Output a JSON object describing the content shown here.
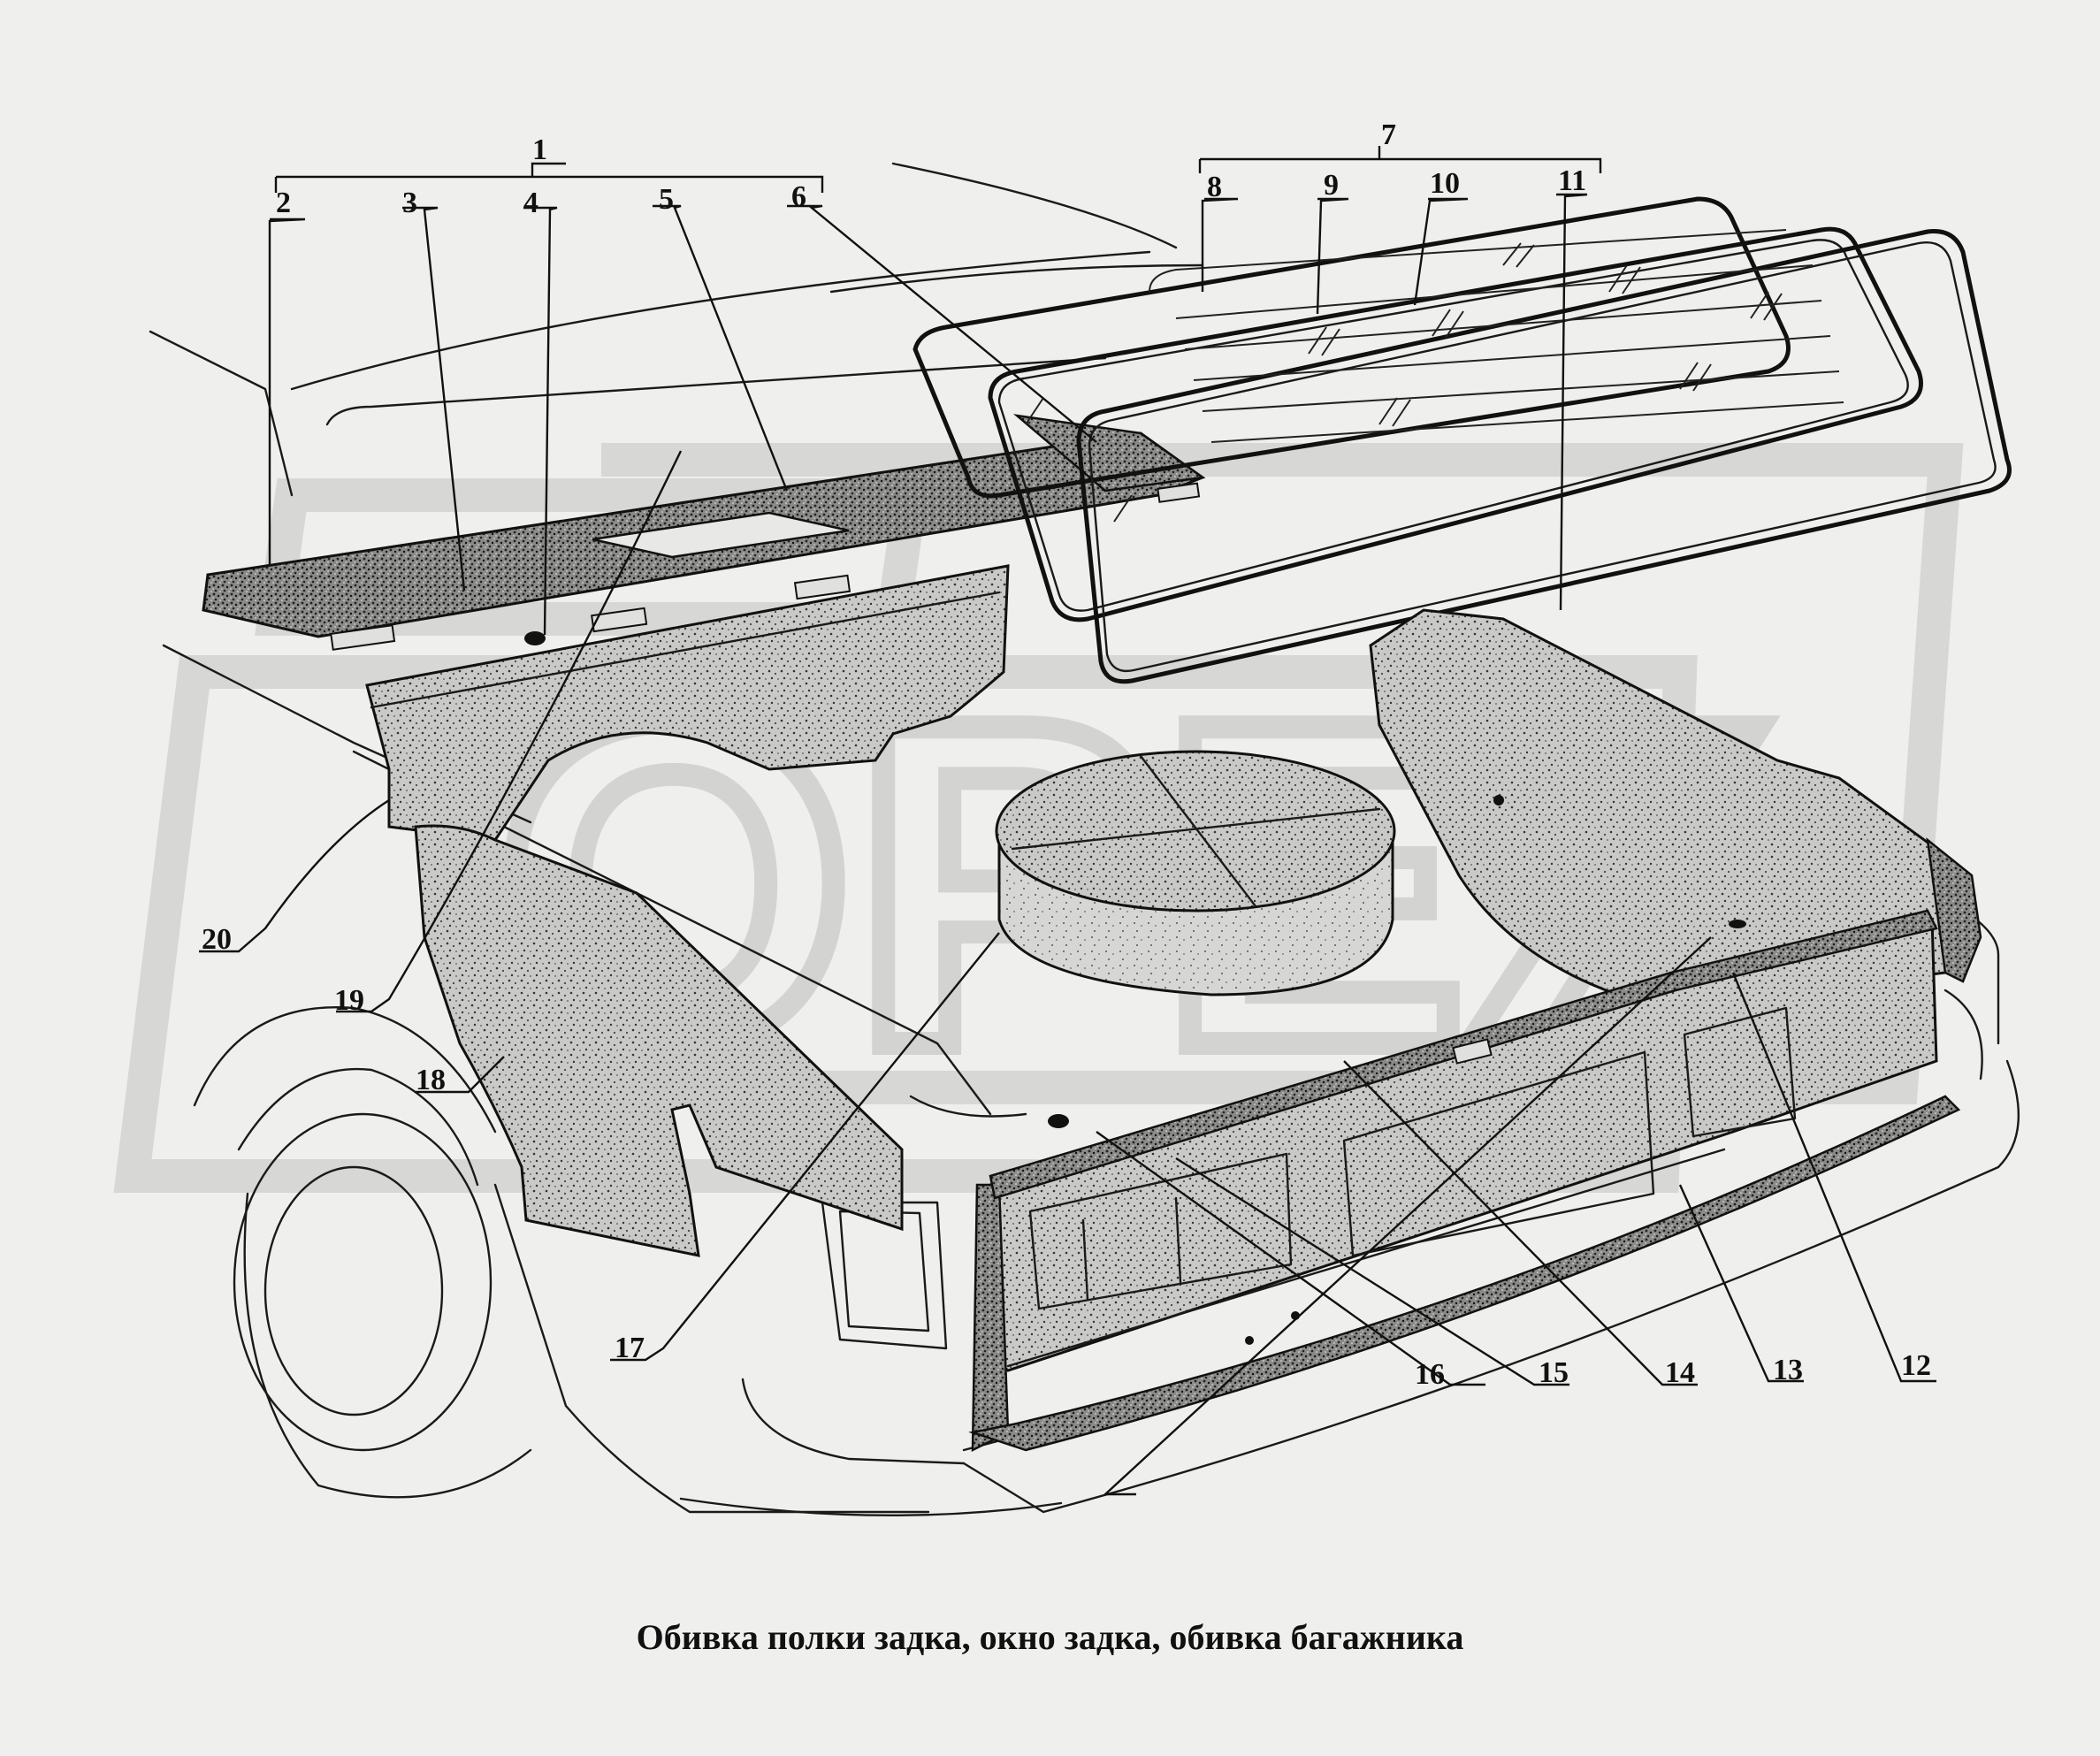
{
  "caption": "Обивка полки задка, окно задка, обивка багажника",
  "watermark_text": "OPEX",
  "colors": {
    "background": "#efefed",
    "line": "#1a1a1a",
    "panel_fill": "#bdbdbb",
    "watermark": "#d2d2d0"
  },
  "callouts": {
    "c1": "1",
    "c2": "2",
    "c3": "3",
    "c4": "4",
    "c5": "5",
    "c6": "6",
    "c7": "7",
    "c8": "8",
    "c9": "9",
    "c10": "10",
    "c11": "11",
    "c12": "12",
    "c13": "13",
    "c14": "14",
    "c15": "15",
    "c16": "16",
    "c17": "17",
    "c18": "18",
    "c19": "19",
    "c20": "20"
  }
}
